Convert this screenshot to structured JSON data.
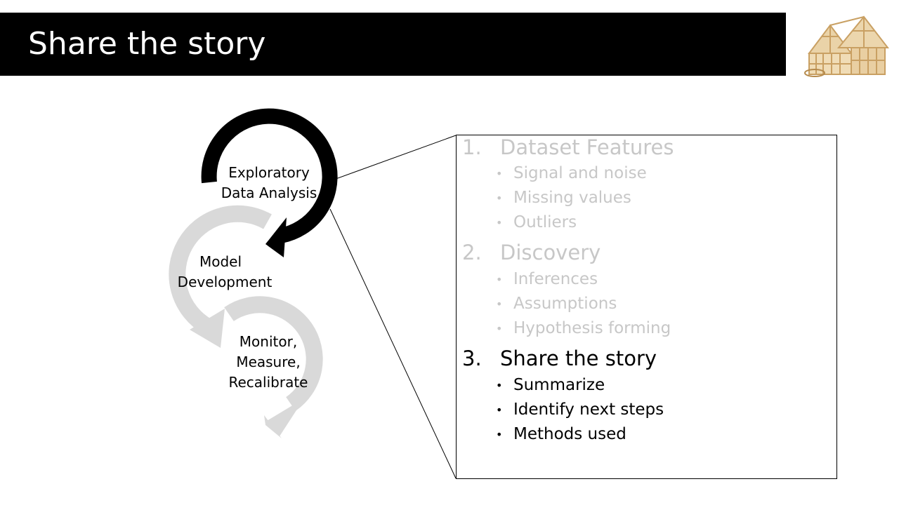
{
  "header": {
    "title": "Share the story"
  },
  "cycle": {
    "step1": [
      "Exploratory",
      "Data Analysis"
    ],
    "step2": [
      "Model",
      "Development"
    ],
    "step3": [
      "Monitor,",
      "Measure,",
      "Recalibrate"
    ]
  },
  "outline": {
    "sections": [
      {
        "number": "1.",
        "title": "Dataset Features",
        "state": "dimmed",
        "bullets": [
          "Signal and noise",
          "Missing values",
          "Outliers"
        ]
      },
      {
        "number": "2.",
        "title": "Discovery",
        "state": "dimmed",
        "bullets": [
          "Inferences",
          "Assumptions",
          "Hypothesis forming"
        ]
      },
      {
        "number": "3.",
        "title": "Share the story",
        "state": "active",
        "bullets": [
          "Summarize",
          "Identify next steps",
          "Methods used"
        ]
      }
    ],
    "bullet_glyph": "•"
  },
  "colors": {
    "active_arrow": "#000000",
    "inactive_arrow": "#d9d9d9",
    "dim_text": "#c7c7c7",
    "title_bar": "#000000"
  },
  "icons": {
    "logo": "wooden-house-frame-icon"
  }
}
